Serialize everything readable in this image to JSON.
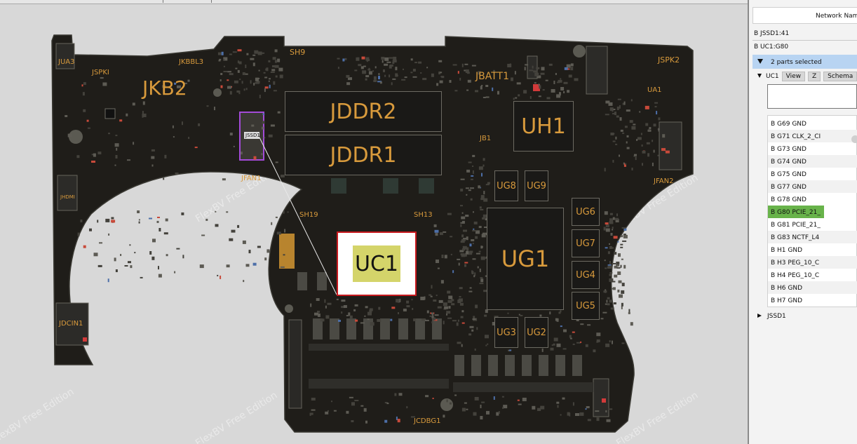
{
  "app": {
    "watermark": "FlexBV Free Edition"
  },
  "board": {
    "labels": {
      "jua3": "JUA3",
      "jspki": "JSPKI",
      "jkbbl3": "JKBBL3",
      "jkb2": "JKB2",
      "sh9": "SH9",
      "jddr2": "JDDR2",
      "jddr1": "JDDR1",
      "jbatt1": "JBATT1",
      "jb1": "JB1",
      "uh1": "UH1",
      "jspk2": "JSPK2",
      "ua1": "UA1",
      "jfan2": "JFAN2",
      "jfan1": "JFAN1",
      "jssd1": "JSSD1",
      "jhdmi": "JHDMI",
      "sh19": "SH19",
      "sh13": "SH13",
      "uc1": "UC1",
      "ug1": "UG1",
      "ug8": "UG8",
      "ug9": "UG9",
      "ug6": "UG6",
      "ug7": "UG7",
      "ug4": "UG4",
      "ug5": "UG5",
      "ug3": "UG3",
      "ug2": "UG2",
      "jdcin1": "JDCIN1",
      "jcdbg1": "JCDBG1"
    }
  },
  "panel": {
    "header_label": "Network Nam",
    "line1": "B JSSD1:41",
    "line2": "B UC1:G80",
    "selection": "2 parts selected",
    "part": "UC1",
    "buttons": {
      "view": "View",
      "z": "Z",
      "schematic": "Schema"
    },
    "pins": [
      "B  G69  GND",
      "B  G71  CLK_2_CI",
      "B  G73  GND",
      "B  G74  GND",
      "B  G75  GND",
      "B  G77  GND",
      "B  G78  GND",
      "B  G80  PCIE_21_",
      "B  G81  PCIE_21_",
      "B  G83  NCTF_L4",
      "B   H1  GND",
      "B   H3  PEG_10_C",
      "B   H4  PEG_10_C",
      "B   H6  GND",
      "B   H7  GND"
    ],
    "highlighted_pin_index": 7,
    "collapsed_part": "JSSD1"
  },
  "colors": {
    "board": "#1f1d19",
    "label": "#d89a3c",
    "selection_border": "#c8191e",
    "pin_highlight": "#68b34a",
    "selection_row": "#b8d4f2"
  }
}
